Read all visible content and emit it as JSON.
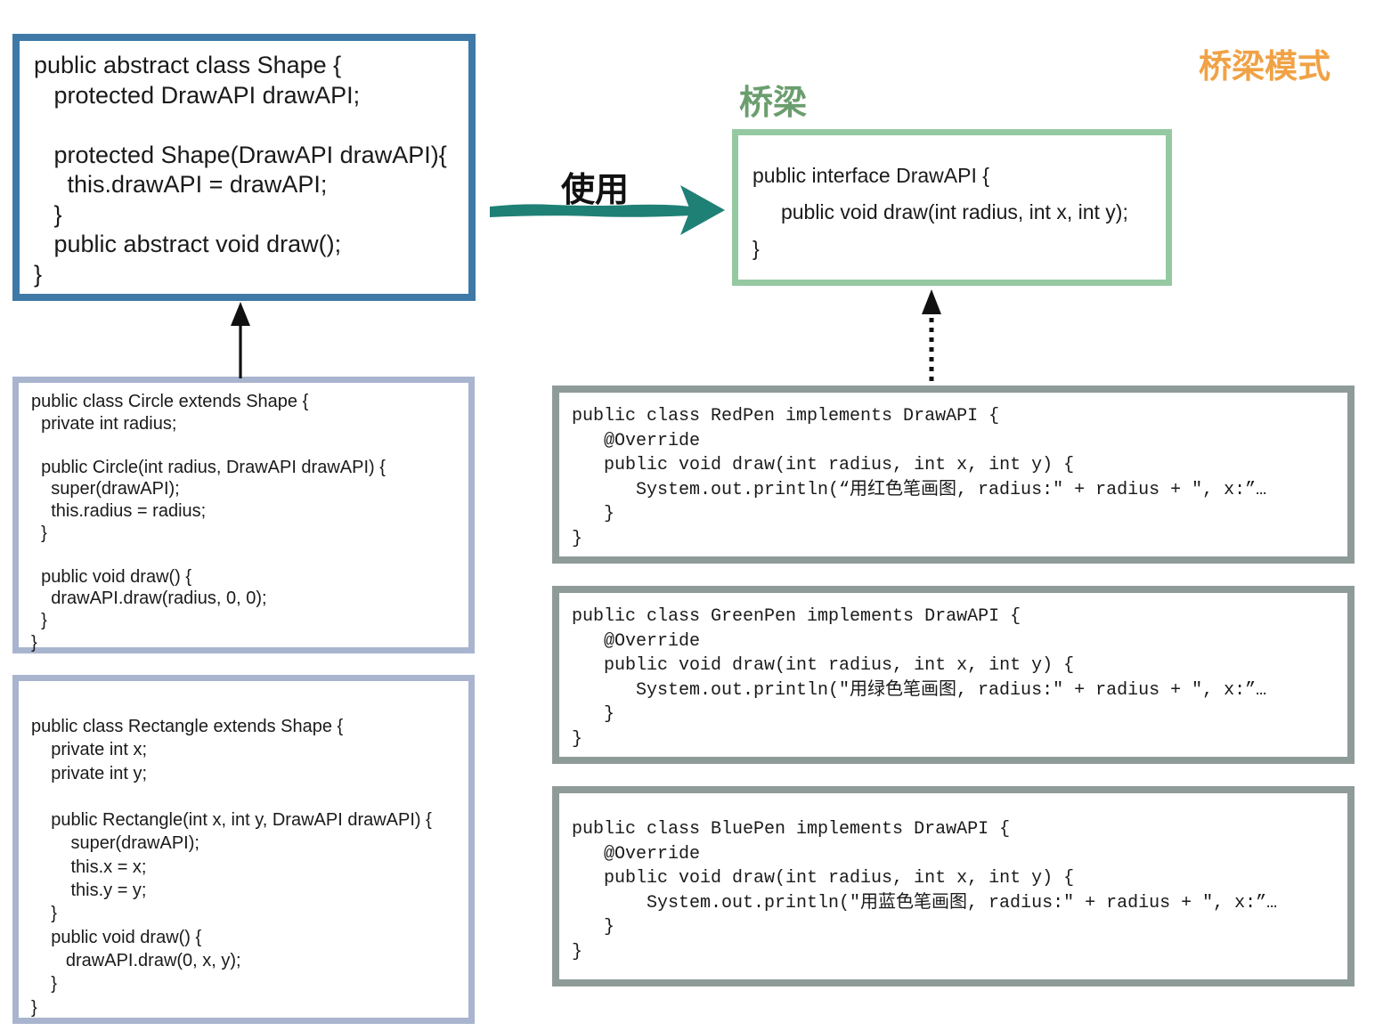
{
  "labels": {
    "pattern_title": "桥梁模式",
    "bridge_label": "桥梁",
    "use_label": "使用"
  },
  "colors": {
    "shape_border": "#3E79A7",
    "class_border": "#A9B5CF",
    "interface_border": "#95C9A1",
    "pen_border": "#8E9B99",
    "arrow_teal": "#1F8076",
    "title_orange": "#F0A245",
    "bridge_green": "#6B9E6E"
  },
  "boxes": {
    "shape": {
      "lines": [
        "public abstract class Shape {",
        "   protected DrawAPI drawAPI;",
        "",
        "   protected Shape(DrawAPI drawAPI){",
        "     this.drawAPI = drawAPI;",
        "   }",
        "   public abstract void draw();",
        "}"
      ]
    },
    "drawapi": {
      "lines": [
        "public interface DrawAPI {",
        "     public void draw(int radius, int x, int y);",
        "}"
      ]
    },
    "circle": {
      "lines": [
        "public class Circle extends Shape {",
        "  private int radius;",
        "",
        "  public Circle(int radius, DrawAPI drawAPI) {",
        "    super(drawAPI);",
        "    this.radius = radius;",
        "  }",
        "",
        "  public void draw() {",
        "    drawAPI.draw(radius, 0, 0);",
        "  }",
        "}"
      ]
    },
    "rectangle": {
      "lines": [
        "public class Rectangle extends Shape {",
        "    private int x;",
        "    private int y;",
        "",
        "    public Rectangle(int x, int y, DrawAPI drawAPI) {",
        "        super(drawAPI);",
        "        this.x = x;",
        "        this.y = y;",
        "    }",
        "    public void draw() {",
        "       drawAPI.draw(0, x, y);",
        "    }",
        "}"
      ]
    },
    "redpen": {
      "lines": [
        "public class RedPen implements DrawAPI {",
        "   @Override",
        "   public void draw(int radius, int x, int y) {",
        "      System.out.println(“用红色笔画图, radius:\" + radius + \", x:”…",
        "   }",
        "}"
      ]
    },
    "greenpen": {
      "lines": [
        "public class GreenPen implements DrawAPI {",
        "   @Override",
        "   public void draw(int radius, int x, int y) {",
        "      System.out.println(\"用绿色笔画图, radius:\" + radius + \", x:”…",
        "   }",
        "}"
      ]
    },
    "bluepen": {
      "lines": [
        "public class BluePen implements DrawAPI {",
        "   @Override",
        "   public void draw(int radius, int x, int y) {",
        "       System.out.println(\"用蓝色笔画图, radius:\" + radius + \", x:”…",
        "   }",
        "}"
      ]
    }
  }
}
